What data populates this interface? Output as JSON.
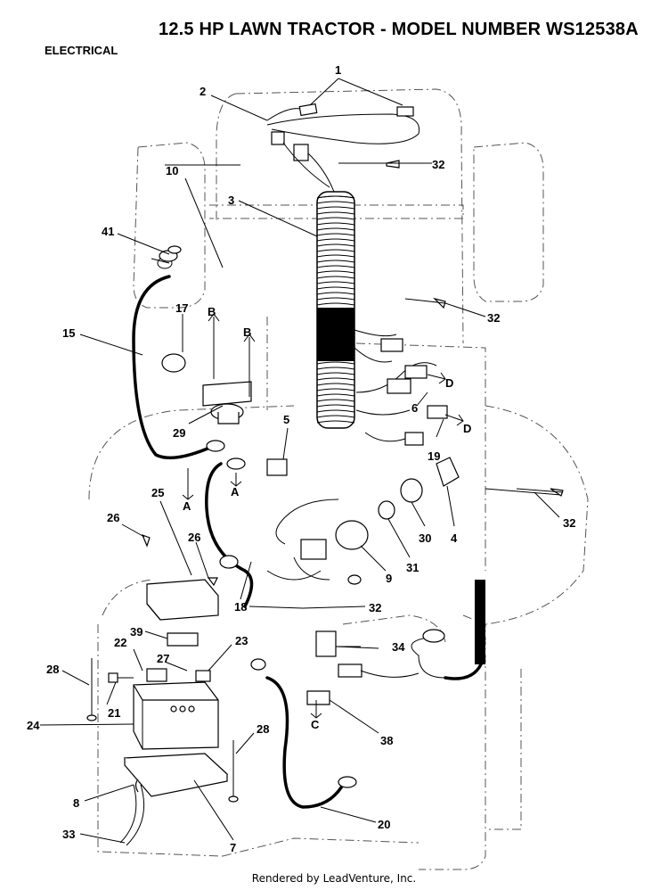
{
  "header": {
    "title": "12.5 HP LAWN TRACTOR - MODEL NUMBER WS12538A",
    "section": "ELECTRICAL"
  },
  "footer": {
    "credit": "Rendered by LeadVenture, Inc."
  },
  "callouts": {
    "c1": "1",
    "c2": "2",
    "c3": "3",
    "c4": "4",
    "c5": "5",
    "c6": "6",
    "c7": "7",
    "c8": "8",
    "c9": "9",
    "c10": "10",
    "c15": "15",
    "c17": "17",
    "c18": "18",
    "c19": "19",
    "c20": "20",
    "c21": "21",
    "c22": "22",
    "c23": "23",
    "c24": "24",
    "c25": "25",
    "c26a": "26",
    "c26b": "26",
    "c27": "27",
    "c28a": "28",
    "c28b": "28",
    "c29": "29",
    "c30": "30",
    "c31": "31",
    "c32a": "32",
    "c32b": "32",
    "c32c": "32",
    "c32d": "32",
    "c33": "33",
    "c34": "34",
    "c38": "38",
    "c39": "39",
    "c41": "41"
  },
  "connectors": {
    "a1": "A",
    "a2": "A",
    "b1": "B",
    "b2": "B",
    "c": "C",
    "d1": "D",
    "d2": "D"
  }
}
